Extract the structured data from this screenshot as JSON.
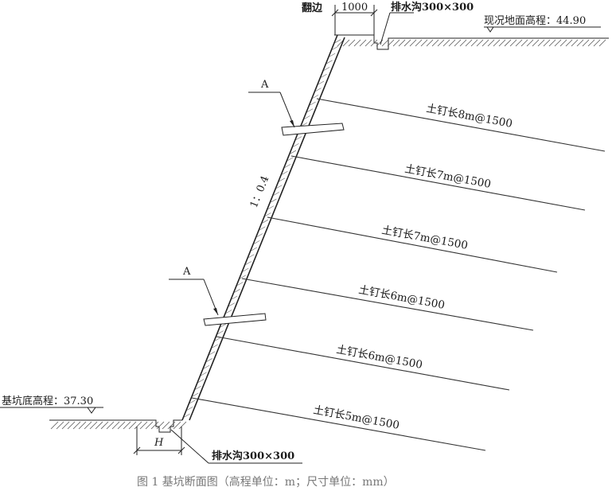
{
  "labels": {
    "flange": "翻边",
    "flange_width": "1000",
    "drain_top": "排水沟300×300",
    "ground_elev": "现况地面高程：44.90",
    "slope_ratio": "1：0.4",
    "section_mark_1": "A",
    "section_mark_2": "A",
    "base_elev": "基坑底高程：37.30",
    "drain_width": "H",
    "drain_bottom": "排水沟300×300"
  },
  "nails": [
    {
      "label": "土钉长8m@1500"
    },
    {
      "label": "土钉长7m@1500"
    },
    {
      "label": "土钉长7m@1500"
    },
    {
      "label": "土钉长6m@1500"
    },
    {
      "label": "土钉长6m@1500"
    },
    {
      "label": "土钉长5m@1500"
    }
  ],
  "caption": "图 1    基坑断面图（高程单位：m；尺寸单位：mm）"
}
